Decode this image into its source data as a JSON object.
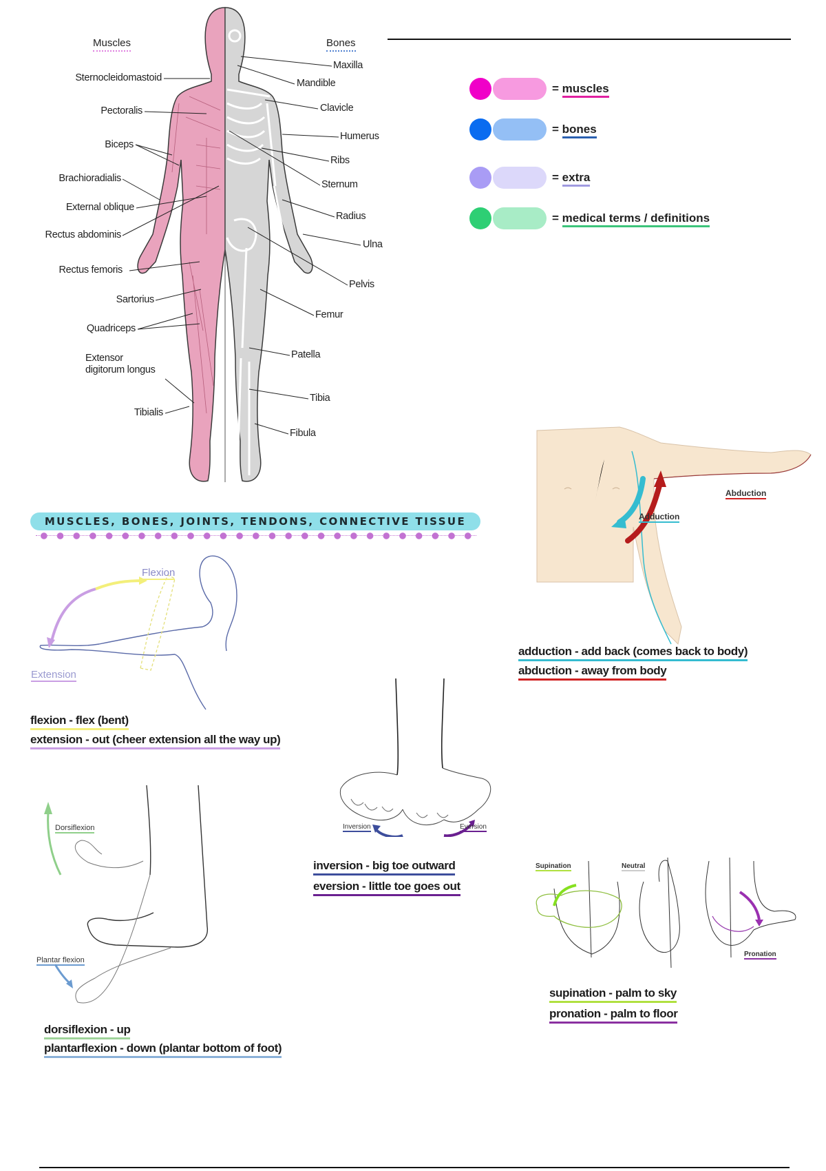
{
  "anatomy": {
    "muscles_header": "Muscles",
    "bones_header": "Bones",
    "muscle_labels": [
      "Sternocleidomastoid",
      "Pectoralis",
      "Biceps",
      "Brachioradialis",
      "External oblique",
      "Rectus abdominis",
      "Rectus femoris",
      "Sartorius",
      "Quadriceps",
      "Extensor",
      "digitorum longus",
      "Tibialis"
    ],
    "bone_labels": [
      "Maxilla",
      "Mandible",
      "Clavicle",
      "Humerus",
      "Ribs",
      "Sternum",
      "Radius",
      "Ulna",
      "Pelvis",
      "Femur",
      "Patella",
      "Tibia",
      "Fibula"
    ]
  },
  "legend": [
    {
      "label": "muscles",
      "prefix": "= ",
      "dot": "#f000c8",
      "pill": "#f79ae0",
      "underline": "#e020a0"
    },
    {
      "label": "bones",
      "prefix": "= ",
      "dot": "#0a6cf0",
      "pill": "#94bff5",
      "underline": "#2a5fb0"
    },
    {
      "label": "extra",
      "prefix": "= ",
      "dot": "#a99cf5",
      "pill": "#dcd8fa",
      "underline": "#a09ae0"
    },
    {
      "label": "medical terms / definitions",
      "prefix": "= ",
      "dot": "#2ecf74",
      "pill": "#a8ecc6",
      "underline": "#3cc47a"
    }
  ],
  "banner": {
    "title": "MUSCLES, BONES, JOINTS, TENDONS, CONNECTIVE TISSUE"
  },
  "flexion": {
    "diagram_labels": {
      "flexion": "Flexion",
      "extension": "Extension"
    },
    "notes": [
      "flexion - flex (bent)",
      "extension - out (cheer extension all the way up)"
    ]
  },
  "abduction": {
    "diagram_labels": {
      "abduction": "Abduction",
      "adduction": "Adduction"
    },
    "notes": [
      "adduction - add back (comes back to body)",
      "abduction - away from body"
    ]
  },
  "inversion": {
    "diagram_labels": {
      "inversion": "Inversion",
      "eversion": "Eversion"
    },
    "notes": [
      "inversion - big toe outward",
      "eversion - little toe goes out"
    ]
  },
  "dorsiflexion": {
    "diagram_labels": {
      "dorsiflexion": "Dorsiflexion",
      "plantar": "Plantar flexion"
    },
    "notes": [
      "dorsiflexion - up",
      "plantarflexion - down (plantar bottom of foot)"
    ]
  },
  "supination": {
    "diagram_labels": {
      "supination": "Supination",
      "neutral": "Neutral",
      "pronation": "Pronation"
    },
    "notes": [
      "supination - palm to sky",
      "pronation - palm to floor"
    ]
  },
  "colors": {
    "banner": "#8fdfe9",
    "dots": "#c272d2"
  }
}
